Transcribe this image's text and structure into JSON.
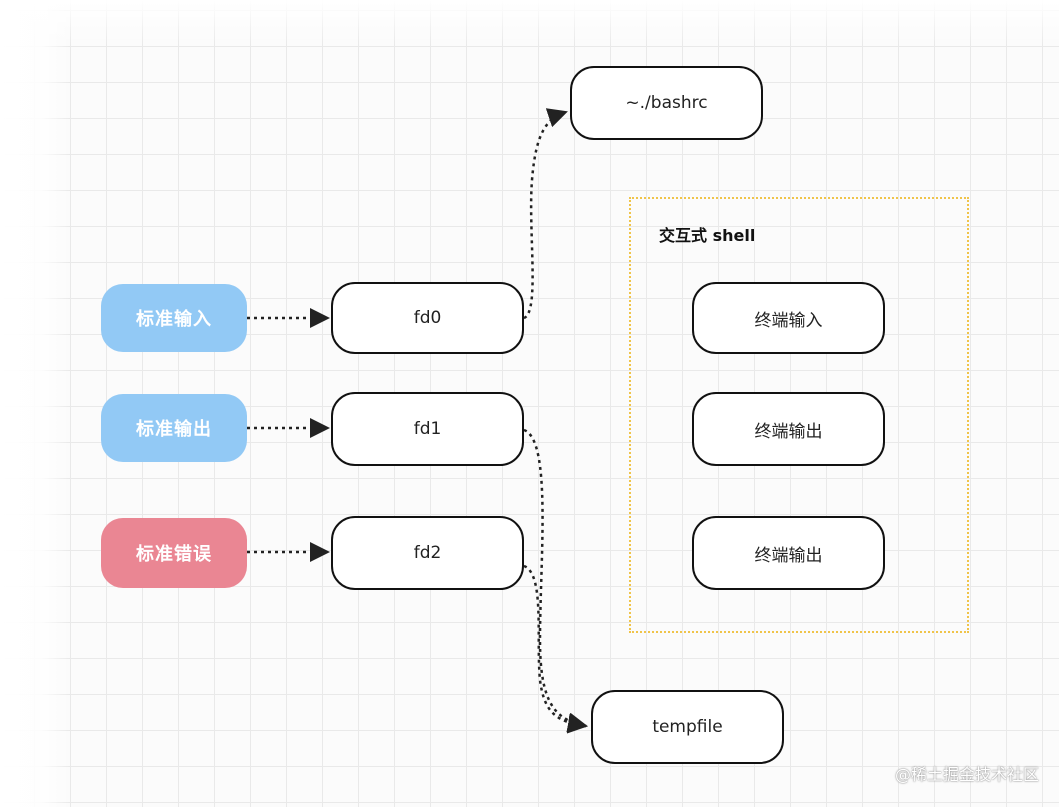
{
  "sources": [
    {
      "id": "stdin",
      "label": "标准输入",
      "color": "#92c9f5"
    },
    {
      "id": "stdout",
      "label": "标准输出",
      "color": "#92c9f5"
    },
    {
      "id": "stderr",
      "label": "标准错误",
      "color": "#ea8693"
    }
  ],
  "descriptors": [
    {
      "id": "fd0",
      "label": "fd0"
    },
    {
      "id": "fd1",
      "label": "fd1"
    },
    {
      "id": "fd2",
      "label": "fd2"
    }
  ],
  "targets": {
    "bashrc": "~./bashrc",
    "tempfile": "tempfile"
  },
  "interactive_shell": {
    "title": "交互式 shell",
    "items": [
      "终端输入",
      "终端输出",
      "终端输出"
    ],
    "border_color": "#f0c44a"
  },
  "edges": [
    {
      "from": "stdin",
      "to": "fd0"
    },
    {
      "from": "stdout",
      "to": "fd1"
    },
    {
      "from": "stderr",
      "to": "fd2"
    },
    {
      "from": "fd0",
      "to": "bashrc"
    },
    {
      "from": "fd1",
      "to": "tempfile"
    },
    {
      "from": "fd2",
      "to": "tempfile"
    }
  ],
  "watermark": "@稀土掘金技术社区"
}
